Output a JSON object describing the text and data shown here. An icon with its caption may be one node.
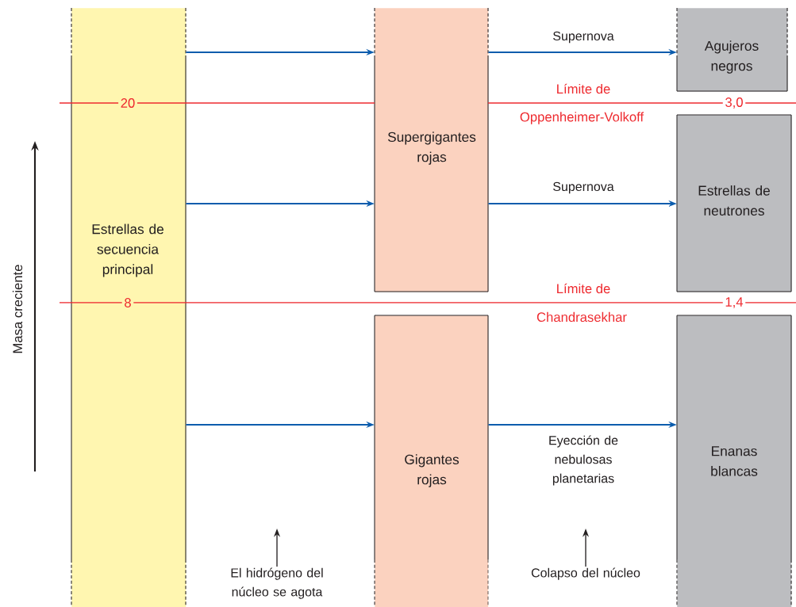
{
  "diagram": {
    "nodes": [
      {
        "text": [
          "Estrellas de secuencia principal"
        ]
      },
      {
        "text": [
          "Supergigantes rojas"
        ]
      },
      {
        "text": [
          "Gigantes rojas"
        ]
      },
      {
        "text": [
          "Agujeros negros"
        ]
      },
      {
        "text": [
          "Estrellas de neutrones"
        ]
      },
      {
        "text": [
          "Enanas blancas"
        ]
      },
      {
        "text": [
          "El hidrógeno del núcleo se agota"
        ]
      },
      {
        "text": [
          "Colapso del núcleo"
        ]
      }
    ],
    "edges": [
      {
        "from": 0,
        "to": 1,
        "arrow": "to"
      },
      {
        "from": 0,
        "to": 1,
        "arrow": "to"
      },
      {
        "from": 0,
        "to": 2,
        "arrow": "to"
      },
      {
        "from": 1,
        "to": 3,
        "arrow": "to",
        "label": "Supernova"
      },
      {
        "from": 1,
        "to": 4,
        "arrow": "to",
        "label": "Supernova"
      },
      {
        "from": 2,
        "to": 5,
        "arrow": "to",
        "label": "Eyección de nebulosas planetarias"
      },
      {
        "from": 6,
        "to": null,
        "arrow": "to",
        "color": "#231f20"
      },
      {
        "from": 7,
        "to": null,
        "arrow": "to",
        "color": "#231f20"
      }
    ],
    "labels": [
      "Límite de",
      "20",
      "3,0",
      "Oppenheimer-Volkoff",
      "Límite de",
      "8",
      "1,4",
      "Chandrasekhar",
      "Masa creciente"
    ]
  }
}
